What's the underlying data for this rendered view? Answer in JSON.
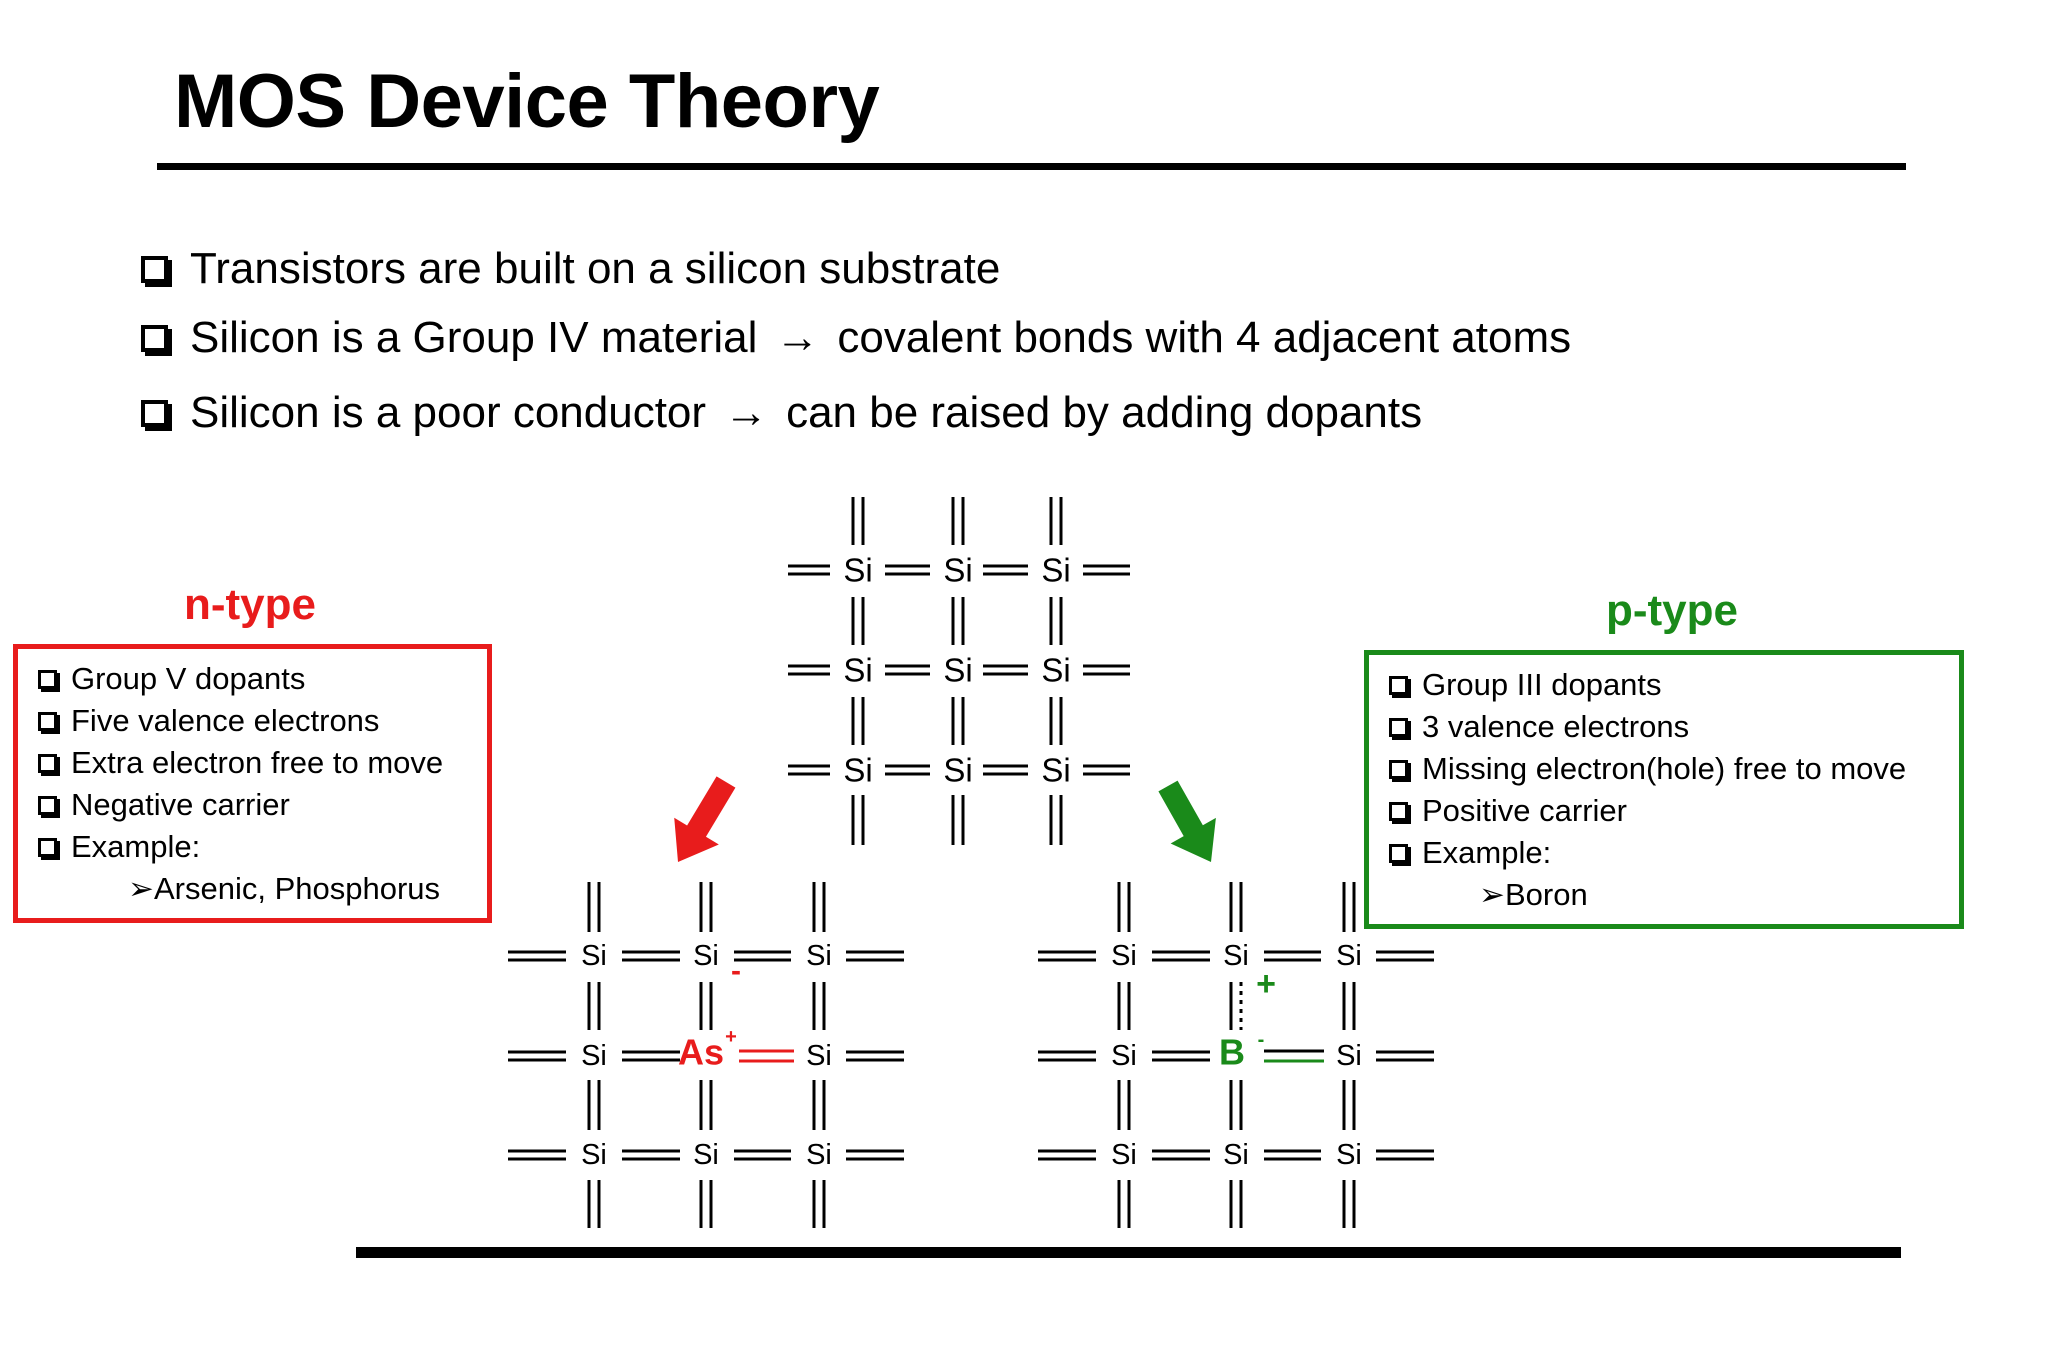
{
  "title": "MOS Device Theory",
  "bullets": [
    {
      "text": "Transistors are built on a silicon substrate"
    },
    {
      "text": "Silicon is a Group IV material",
      "arrow": "→",
      "after": "covalent bonds with 4 adjacent atoms"
    },
    {
      "text": "Silicon is a poor conductor",
      "arrow": "→",
      "after": "can be raised by adding dopants"
    }
  ],
  "n_type": {
    "label": "n-type",
    "items": [
      "Group V dopants",
      "Five valence electrons",
      "Extra electron free to move",
      "Negative carrier",
      "Example:"
    ],
    "example": "➢Arsenic, Phosphorus",
    "color": "#e81c1c"
  },
  "p_type": {
    "label": "p-type",
    "items": [
      "Group III dopants",
      "3 valence electrons",
      "Missing electron(hole) free to move",
      "Positive carrier",
      "Example:"
    ],
    "example": "➢Boron",
    "color": "#1a8a1a"
  },
  "lattice": {
    "atom": "Si",
    "n_dopant": "As",
    "n_dopant_charge": "+",
    "n_free_charge": "-",
    "p_dopant": "B",
    "p_dopant_charge": "-",
    "p_free_charge": "+"
  }
}
